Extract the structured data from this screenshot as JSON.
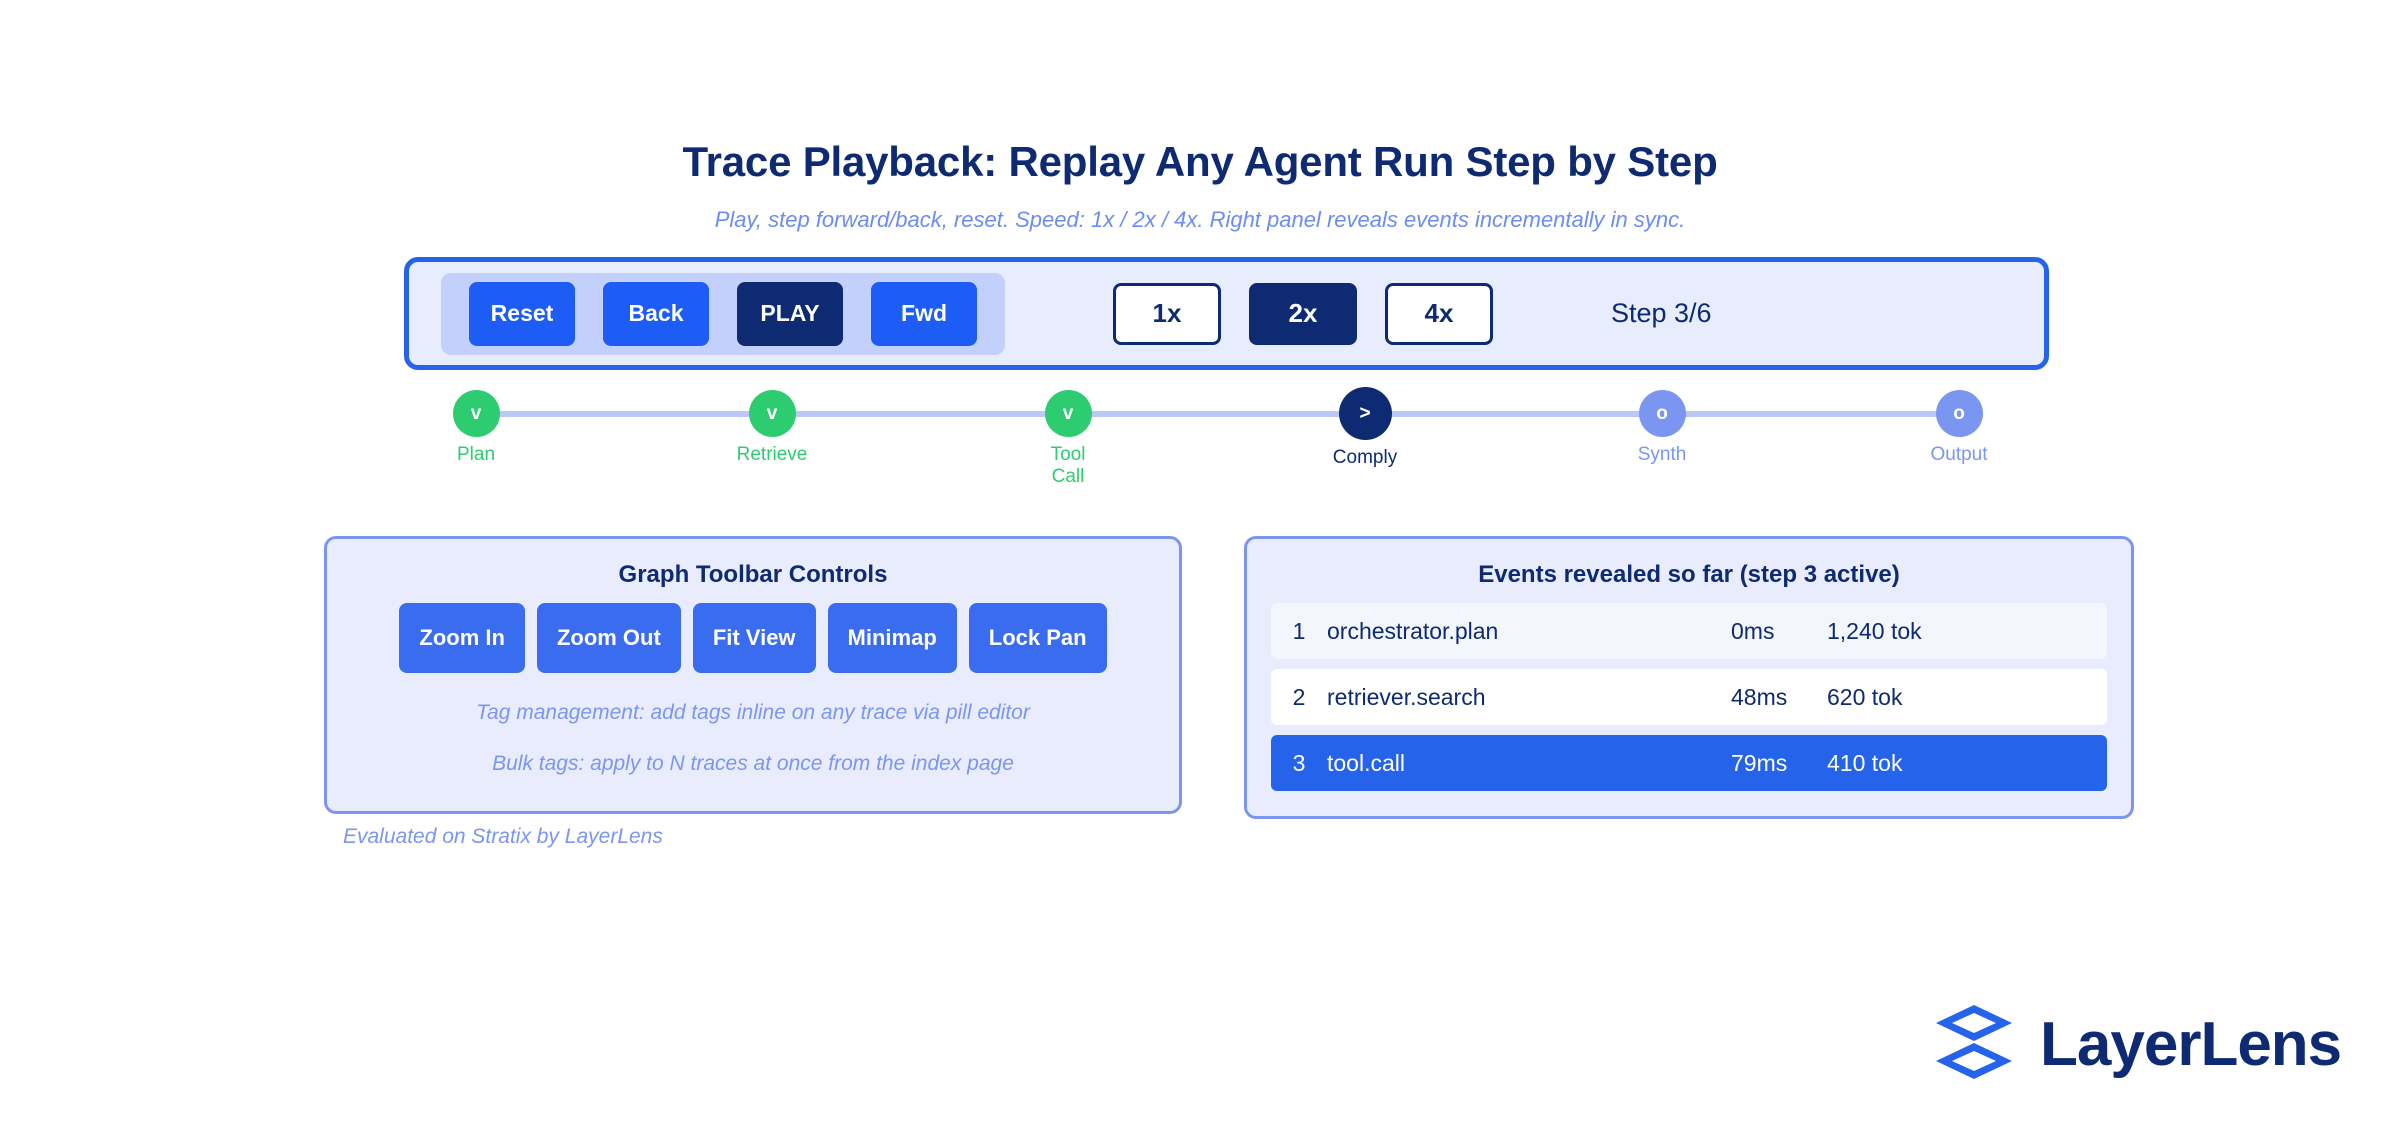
{
  "header": {
    "title": "Trace Playback: Replay Any Agent Run Step by Step",
    "subtitle": "Play, step forward/back, reset. Speed: 1x / 2x / 4x. Right panel reveals events incrementally in sync."
  },
  "controls": {
    "transport": [
      {
        "label": "Reset",
        "active": false
      },
      {
        "label": "Back",
        "active": false
      },
      {
        "label": "PLAY",
        "active": true
      },
      {
        "label": "Fwd",
        "active": false
      }
    ],
    "speeds": [
      {
        "label": "1x",
        "active": false
      },
      {
        "label": "2x",
        "active": true
      },
      {
        "label": "4x",
        "active": false
      }
    ],
    "step_counter": "Step 3/6"
  },
  "timeline": {
    "nodes": [
      {
        "label": "Plan",
        "glyph": "v",
        "state": "done"
      },
      {
        "label": "Retrieve",
        "glyph": "v",
        "state": "done"
      },
      {
        "label": "Tool Call",
        "glyph": "v",
        "state": "done"
      },
      {
        "label": "Comply",
        "glyph": ">",
        "state": "active"
      },
      {
        "label": "Synth",
        "glyph": "o",
        "state": "pending"
      },
      {
        "label": "Output",
        "glyph": "o",
        "state": "pending"
      }
    ]
  },
  "left_panel": {
    "title": "Graph Toolbar Controls",
    "buttons": [
      "Zoom In",
      "Zoom Out",
      "Fit View",
      "Minimap",
      "Lock Pan"
    ],
    "note_1": "Tag management: add tags inline on any trace via pill editor",
    "note_2": "Bulk tags: apply to N traces at once from the index page"
  },
  "right_panel": {
    "title": "Events revealed so far (step 3 active)",
    "rows": [
      {
        "index": "1",
        "name": "orchestrator.plan",
        "latency": "0ms",
        "tokens": "1,240 tok",
        "state": "faint"
      },
      {
        "index": "2",
        "name": "retriever.search",
        "latency": "48ms",
        "tokens": "620 tok",
        "state": "white"
      },
      {
        "index": "3",
        "name": "tool.call",
        "latency": "79ms",
        "tokens": "410 tok",
        "state": "selected"
      }
    ]
  },
  "footer": {
    "note": "Evaluated on Stratix by LayerLens"
  },
  "brand": {
    "name": "LayerLens",
    "mark_color": "#2563eb",
    "text_color": "#0d2a72"
  },
  "colors": {
    "navy": "#0d2a72",
    "blue": "#2563eb",
    "button_blue": "#1d5cf5",
    "green": "#2ecc71",
    "lavender": "#7b96f0",
    "panel_bg": "#e8ecfd"
  }
}
